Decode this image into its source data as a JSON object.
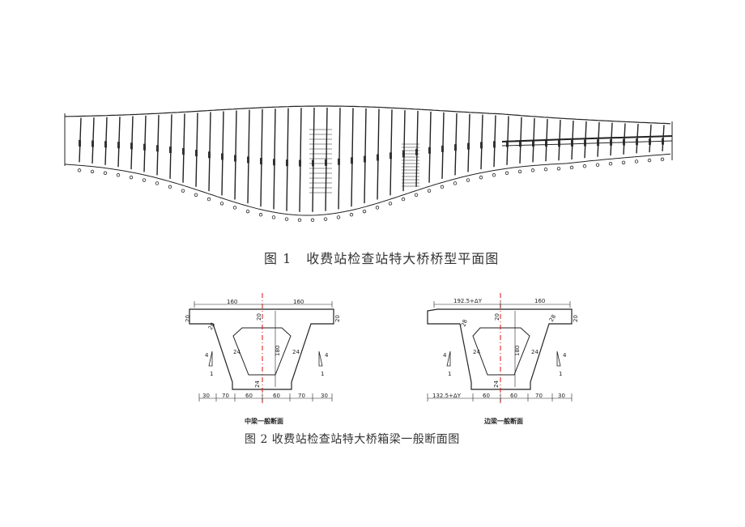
{
  "figure1": {
    "caption_num": "图 1",
    "caption_text": "收费站检查站特大桥桥型平面图"
  },
  "figure2": {
    "caption": "图 2 收费站检查站特大桥箱梁一般断面图",
    "middle_beam": {
      "subtitle": "中梁一般断面",
      "top_left_width": "160",
      "top_right_width": "160",
      "flange_thickness": "20",
      "top_slab": "20",
      "height": "180",
      "web_left": "24",
      "web_right": "24",
      "bottom_slab": "24",
      "flange_root": "28",
      "slope_v": "4",
      "slope_h": "1",
      "bottom_dims": [
        "30",
        "70",
        "60",
        "60",
        "70",
        "30"
      ]
    },
    "edge_beam": {
      "subtitle": "边梁一般断面",
      "top_left_width": "192.5+ΔY",
      "top_right_width": "160",
      "flange_thickness": "20",
      "top_slab": "20",
      "height": "180",
      "web_left": "24",
      "web_right": "24",
      "bottom_slab": "24",
      "flange_root": "28",
      "slope_v": "4",
      "slope_h": "1",
      "bottom_dims": [
        "132.5+ΔY",
        "60",
        "60",
        "70",
        "30"
      ]
    }
  }
}
